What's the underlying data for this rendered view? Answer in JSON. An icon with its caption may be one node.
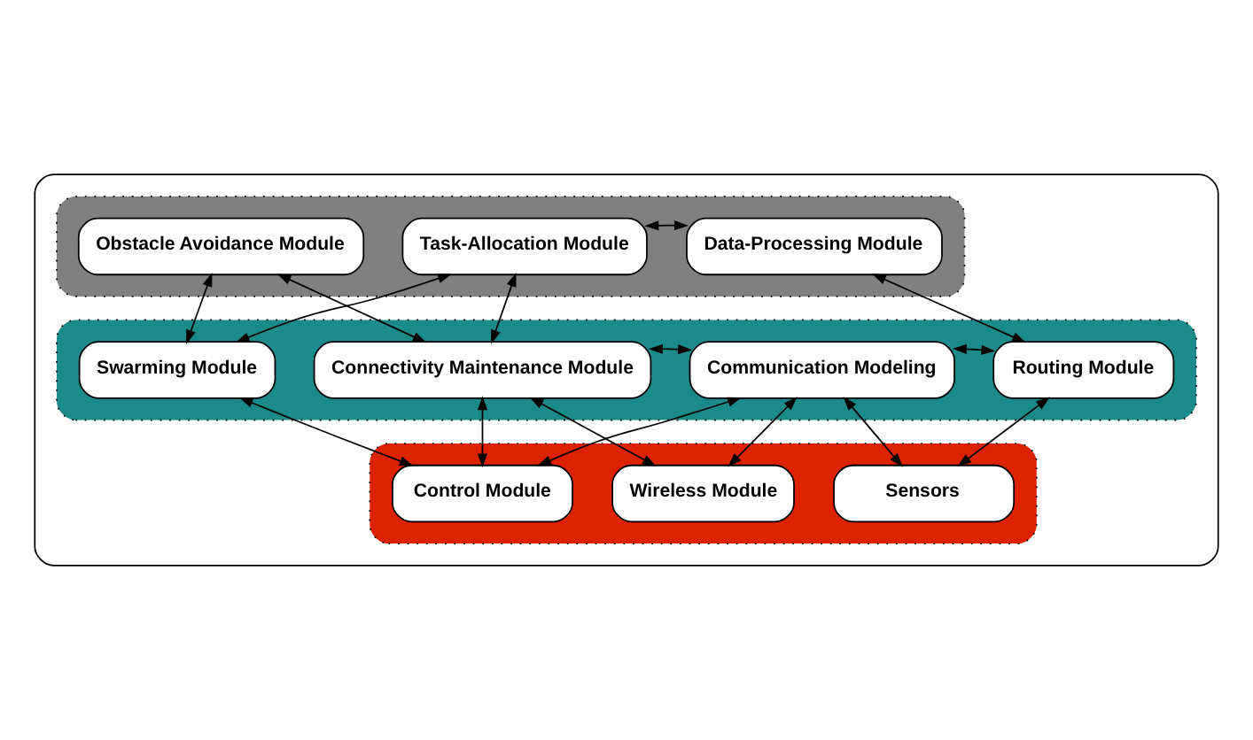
{
  "diagram": {
    "nodes": [
      {
        "text": [],
        "shape": "box"
      },
      {
        "text": [],
        "shape": "box",
        "in": 0
      },
      {
        "text": [
          "Obstacle Avoidance Module"
        ],
        "in": 1
      },
      {
        "text": [
          "Task-Allocation Module"
        ],
        "in": 1
      },
      {
        "text": [
          "Data-Processing Module"
        ],
        "in": 1
      },
      {
        "text": [],
        "shape": "box",
        "in": 0
      },
      {
        "text": [
          "Swarming Module"
        ],
        "in": 5
      },
      {
        "text": [
          "Connectivity Maintenance Module"
        ],
        "in": 5
      },
      {
        "text": [
          "Communication Modeling"
        ],
        "in": 5
      },
      {
        "text": [
          "Routing Module"
        ],
        "in": 5
      },
      {
        "text": [],
        "shape": "box",
        "in": 0
      },
      {
        "text": [
          "Control Module"
        ],
        "in": 10
      },
      {
        "text": [
          "Wireless Module"
        ],
        "in": 10
      },
      {
        "text": [
          "Sensors"
        ],
        "in": 10
      }
    ],
    "edges": [
      {
        "from": 3,
        "to": 4,
        "arrow": "both"
      },
      {
        "from": 2,
        "to": 6,
        "arrow": "both"
      },
      {
        "from": 2,
        "to": 7,
        "arrow": "both"
      },
      {
        "from": 3,
        "to": 6,
        "arrow": "both"
      },
      {
        "from": 3,
        "to": 7,
        "arrow": "both"
      },
      {
        "from": 4,
        "to": 9,
        "arrow": "both"
      },
      {
        "from": 7,
        "to": 8,
        "arrow": "both"
      },
      {
        "from": 8,
        "to": 9,
        "arrow": "both"
      },
      {
        "from": 6,
        "to": 11,
        "arrow": "both"
      },
      {
        "from": 7,
        "to": 11,
        "arrow": "both"
      },
      {
        "from": 8,
        "to": 11,
        "arrow": "both"
      },
      {
        "from": 7,
        "to": 12,
        "arrow": "both"
      },
      {
        "from": 8,
        "to": 12,
        "arrow": "both"
      },
      {
        "from": 8,
        "to": 13,
        "arrow": "both"
      },
      {
        "from": 9,
        "to": 13,
        "arrow": "both"
      }
    ]
  }
}
